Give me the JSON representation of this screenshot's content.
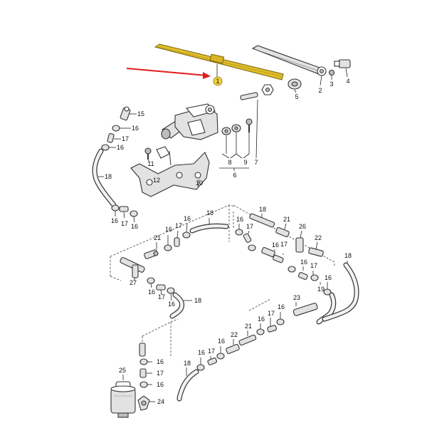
{
  "callouts": {
    "c1": "1",
    "c2": "2",
    "c3": "3",
    "c4": "4",
    "c5": "5",
    "c6": "6",
    "c7": "7",
    "c8": "8",
    "c9": "9",
    "c10": "10",
    "c11": "11",
    "c12": "12",
    "c15": "15",
    "c16a": "16",
    "c17a": "17",
    "c16b": "16",
    "c18a": "18",
    "c16c": "16",
    "c17b": "17",
    "c16d": "16",
    "c21a": "21",
    "c16e": "16",
    "c17c": "17",
    "c16f": "16",
    "c18b": "18",
    "c27": "27",
    "c16g": "16",
    "c17d": "17",
    "c16h": "16",
    "c18c": "18",
    "c16i": "16",
    "c17e": "17",
    "c18d": "18",
    "c21b": "21",
    "c16j": "16",
    "c17f": "17",
    "c26": "26",
    "c22a": "22",
    "c16k": "16",
    "c17g": "17",
    "c19": "19",
    "c16l": "16",
    "c18e": "18",
    "c23": "23",
    "c16m": "16",
    "c17h": "17",
    "c16n": "16",
    "c22b": "22",
    "c21c": "21",
    "c16o": "16",
    "c17i": "17",
    "c16p": "16",
    "c18f": "18",
    "c25": "25",
    "c16q": "16",
    "c17j": "17",
    "c16r": "16",
    "c24": "24"
  },
  "colors": {
    "wiper_blade": "#e0bd2a",
    "highlight_arrow": "#e01c1c",
    "callout_badge": "#f3d13a",
    "line": "#333333"
  }
}
